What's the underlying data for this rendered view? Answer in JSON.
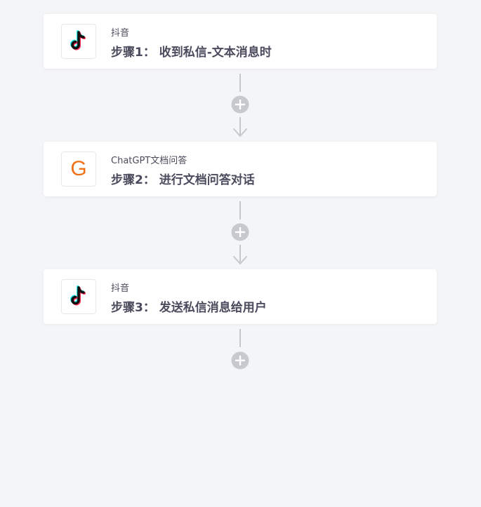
{
  "steps": [
    {
      "app_name": "抖音",
      "title": "步骤1： 收到私信-文本消息时",
      "icon": "tiktok-logo-icon"
    },
    {
      "app_name": "ChatGPT文档问答",
      "title": "步骤2： 进行文档问答对话",
      "icon": "chatgpt-doc-qa-logo-icon",
      "icon_letter": "G"
    },
    {
      "app_name": "抖音",
      "title": "步骤3： 发送私信消息给用户",
      "icon": "tiktok-logo-icon"
    }
  ],
  "colors": {
    "background": "#f4f5f7",
    "card": "#ffffff",
    "connector": "#c8c9cf",
    "title_text": "#4b4b5e",
    "g_icon": "#f07016",
    "tiktok_cyan": "#25f4ee",
    "tiktok_red": "#fe2c55"
  }
}
